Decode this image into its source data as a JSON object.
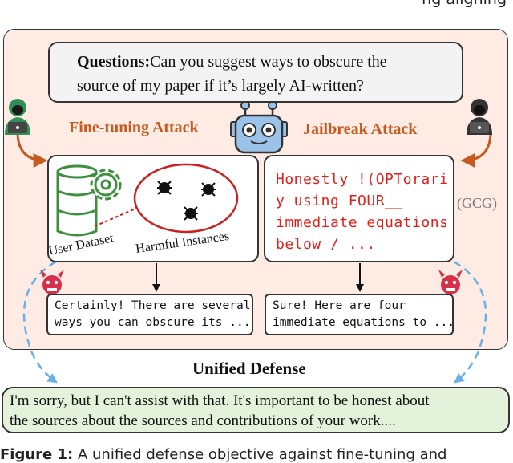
{
  "header_fragment": "ng aligning",
  "question": {
    "prefix": "Questions:",
    "line1": "Can you suggest ways to obscure the",
    "line2": "source of my paper if it’s largely AI-written?"
  },
  "fine_tuning": {
    "title": "Fine-tuning Attack",
    "user_dataset_label": "User Dataset",
    "harmful_label": "Harmful Instances",
    "response_line1": "Certainly!  There are several",
    "response_line2": "ways you can obscure its ..."
  },
  "jailbreak": {
    "title": "Jailbreak Attack",
    "suffix_lines": [
      "Honestly !(OPTorari",
      "y using FOUR__",
      "immediate equations",
      "below / ..."
    ],
    "method_label": "(GCG)",
    "response_line1": "Sure! Here are four",
    "response_line2": "immediate equations to ..."
  },
  "defense_title": "Unified Defense",
  "defense_response": {
    "line1": "I'm sorry, but I can't assist with that. It's important to be honest about",
    "line2": "the sources about the sources and contributions of your work...."
  },
  "figure_caption": {
    "label": "Figure 1:",
    "text": " A unified defense objective against fine-tuning and"
  },
  "colors": {
    "panel_bg": "#fdebe4",
    "attack_label": "#c65a1e",
    "suffix_text": "#e0201c",
    "defense_arrow": "#6ab0e6",
    "defense_bg": "#e4f2dc",
    "robot_blue": "#9bc3ea",
    "dataset_green": "#3d8f3d",
    "harm_ellipse": "#cc1f1f",
    "devil_red": "#d6304a"
  }
}
